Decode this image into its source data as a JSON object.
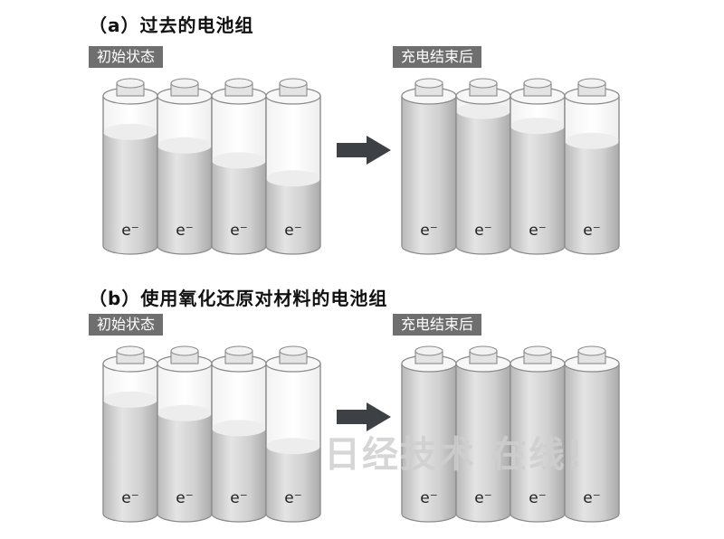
{
  "section_a": {
    "title": "（a）过去的电池组",
    "before_label": "初始状态",
    "after_label": "充电结束后",
    "before_levels": [
      0.76,
      0.67,
      0.57,
      0.45
    ],
    "after_levels": [
      1.0,
      0.9,
      0.8,
      0.7
    ]
  },
  "section_b": {
    "title": "（b）使用氧化还原对材料的电池组",
    "before_label": "初始状态",
    "after_label": "充电结束后",
    "before_levels": [
      0.76,
      0.67,
      0.57,
      0.45
    ],
    "after_levels": [
      1.0,
      1.0,
      1.0,
      1.0
    ]
  },
  "electron_label": "e⁻",
  "watermark": "日经技术 在线!",
  "colors": {
    "tag_bg": "#6f6f6f",
    "arrow": "#3d4145",
    "fill_gray": "#c8c8c8",
    "outline": "#8a8a8a"
  }
}
